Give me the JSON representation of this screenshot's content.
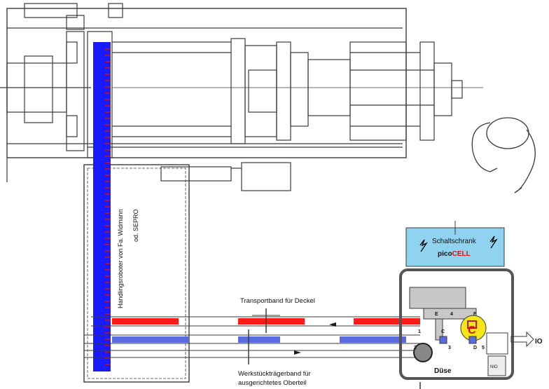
{
  "labels": {
    "robot": "Handlingsroboter von Fa. Widmann",
    "robot_alt": "od. SEPRO",
    "conveyor_lid": "Transportband für Deckel",
    "carrier_band_line1": "Werkstückträgerband für",
    "carrier_band_line2": "ausgerichtetes Oberteil",
    "cabinet": "Schaltschrank",
    "cabinet_brand_prefix": "pico",
    "cabinet_brand_suffix": "CELL",
    "nozzle": "Düse",
    "io": "IO",
    "nio": "NIO",
    "station_c_big": "C",
    "marker_e": "E",
    "marker_f": "F",
    "marker_c": "C",
    "marker_d": "D",
    "marker_4": "4",
    "marker_3": "3",
    "marker_5": "5",
    "marker_1": "1",
    "marker_2": "2"
  },
  "colors": {
    "line": "#3a3a3a",
    "robot_blue": "#1a1aff",
    "conveyor_red": "#ff1a1a",
    "carrier_blue": "#5a6be0",
    "cabinet_fill": "#8fd3f0",
    "brand_red": "#e01010",
    "station_yellow": "#f5e61a",
    "cell_gray": "#c8c8c8"
  }
}
